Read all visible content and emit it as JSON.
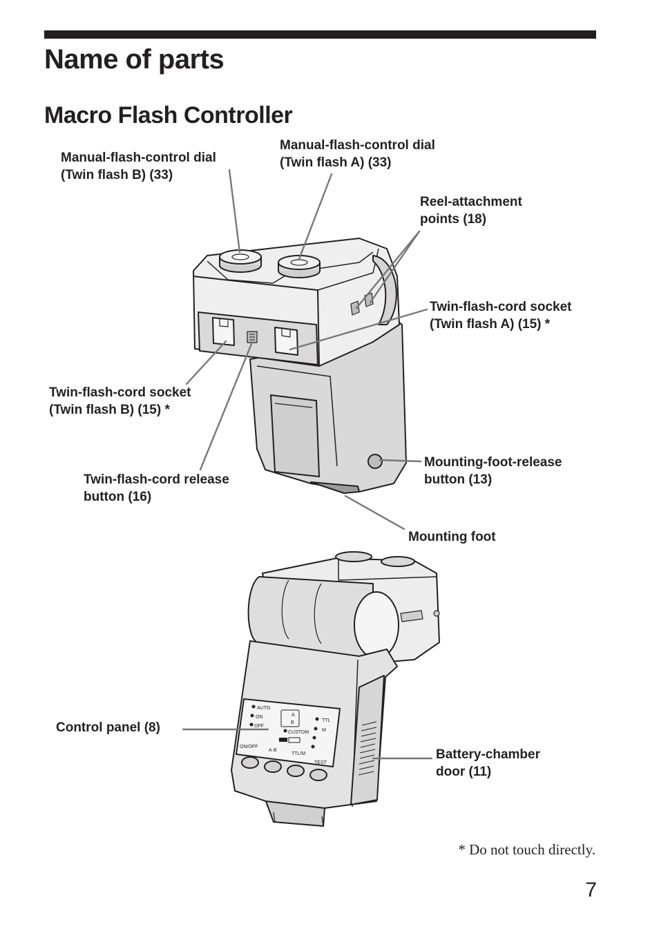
{
  "page": {
    "title": "Name of parts",
    "section_title": "Macro Flash Controller",
    "labels": {
      "dial_b": [
        "Manual-flash-control dial",
        "(Twin flash B) (33)"
      ],
      "dial_a": [
        "Manual-flash-control dial",
        "(Twin flash A) (33)"
      ],
      "reel": [
        "Reel-attachment",
        "points (18)"
      ],
      "socket_a": [
        "Twin-flash-cord socket",
        "(Twin flash A) (15) *"
      ],
      "socket_b": [
        "Twin-flash-cord socket",
        "(Twin flash B) (15) *"
      ],
      "release_button": [
        "Twin-flash-cord release",
        "button (16)"
      ],
      "foot_release": [
        "Mounting-foot-release",
        "button (13)"
      ],
      "mounting_foot": "Mounting foot",
      "control_panel": "Control panel (8)",
      "battery_door": [
        "Battery-chamber",
        "door (11)"
      ]
    },
    "panel_text": {
      "auto": "AUTO",
      "on": "ON",
      "off": "OFF",
      "a": "A",
      "b": "B",
      "custom": "CUSTOM",
      "ttl": "TTL",
      "m": "M",
      "onoff": "ON/OFF",
      "ab": "A·B",
      "ttl_m": "TTL/M",
      "test": "TEST"
    },
    "note": "* Do not touch directly.",
    "page_number": "7"
  }
}
